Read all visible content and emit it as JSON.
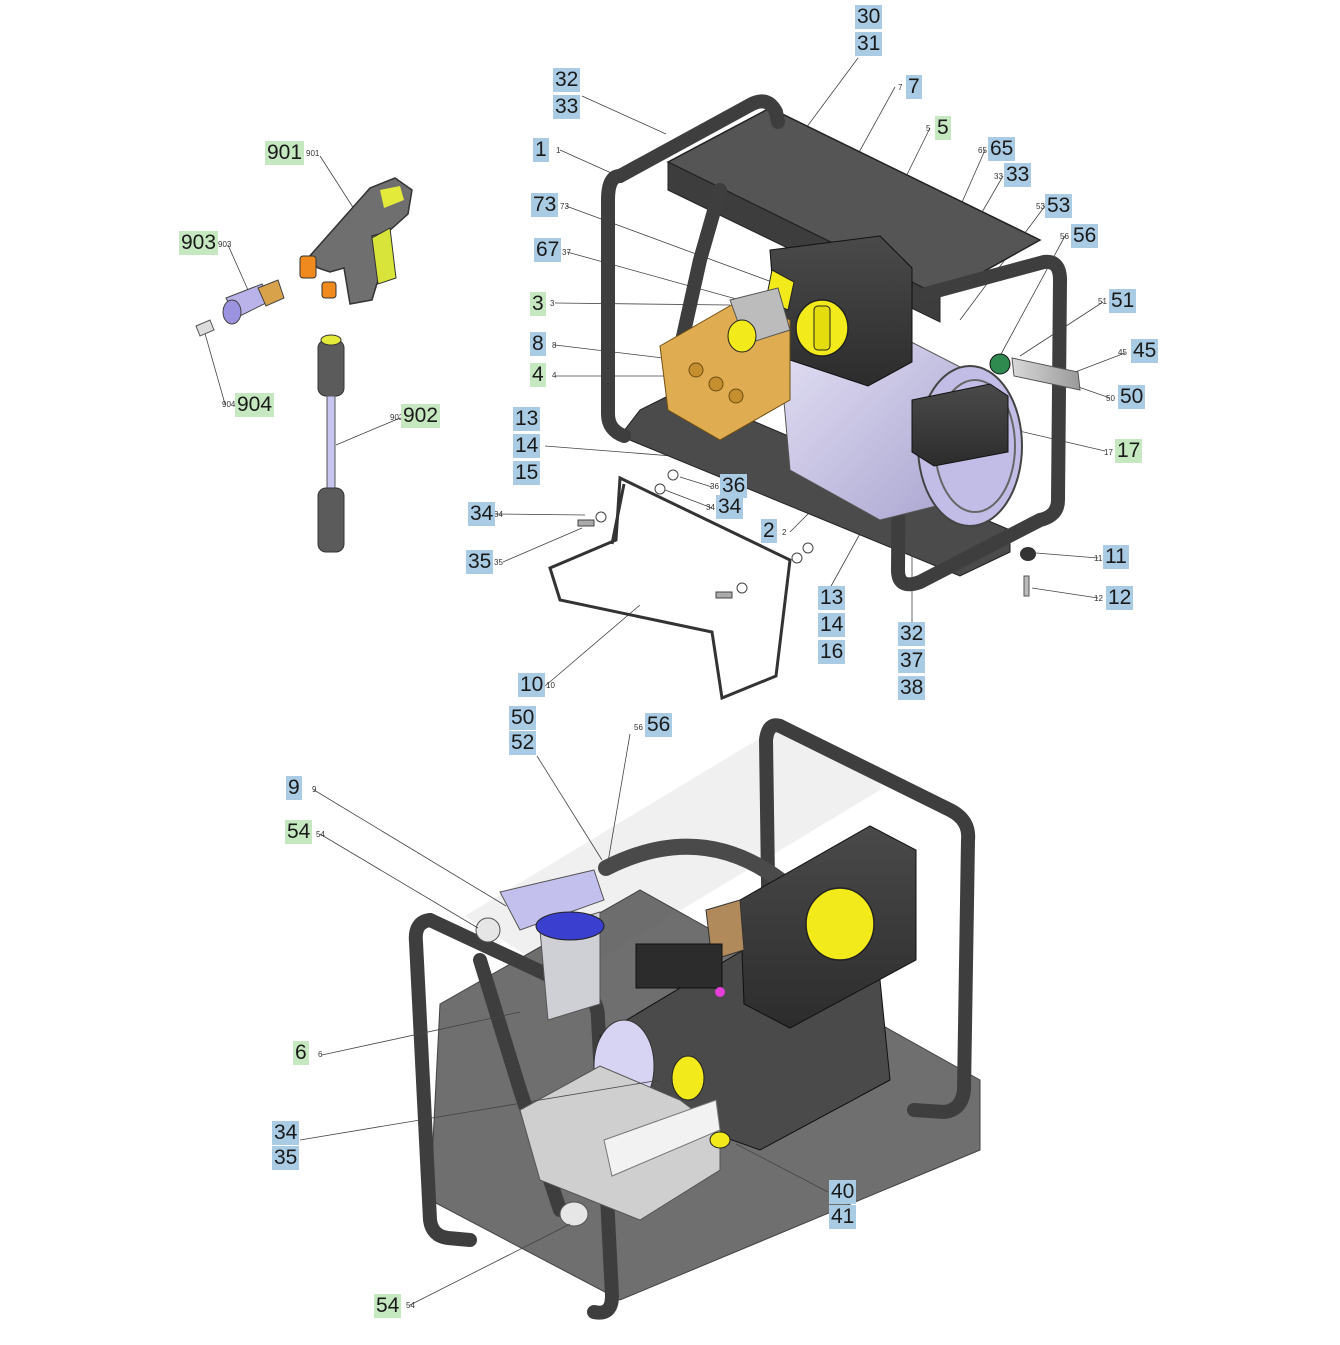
{
  "callouts": [
    {
      "id": "c30",
      "text": "30",
      "color": "blue"
    },
    {
      "id": "c31",
      "text": "31",
      "color": "blue"
    },
    {
      "id": "c32a",
      "text": "32",
      "color": "blue"
    },
    {
      "id": "c33a",
      "text": "33",
      "color": "blue"
    },
    {
      "id": "c7",
      "text": "7",
      "color": "blue"
    },
    {
      "id": "c5",
      "text": "5",
      "color": "green"
    },
    {
      "id": "c1",
      "text": "1",
      "color": "blue"
    },
    {
      "id": "c65",
      "text": "65",
      "color": "blue"
    },
    {
      "id": "c33b",
      "text": "33",
      "color": "blue"
    },
    {
      "id": "c53",
      "text": "53",
      "color": "blue"
    },
    {
      "id": "c56a",
      "text": "56",
      "color": "blue"
    },
    {
      "id": "c73",
      "text": "73",
      "color": "blue"
    },
    {
      "id": "c67",
      "text": "67",
      "color": "blue"
    },
    {
      "id": "c3",
      "text": "3",
      "color": "green"
    },
    {
      "id": "c51",
      "text": "51",
      "color": "blue"
    },
    {
      "id": "c45",
      "text": "45",
      "color": "blue"
    },
    {
      "id": "c50a",
      "text": "50",
      "color": "blue"
    },
    {
      "id": "c8",
      "text": "8",
      "color": "blue"
    },
    {
      "id": "c4",
      "text": "4",
      "color": "green"
    },
    {
      "id": "c17",
      "text": "17",
      "color": "green"
    },
    {
      "id": "c13a",
      "text": "13",
      "color": "blue"
    },
    {
      "id": "c14a",
      "text": "14",
      "color": "blue"
    },
    {
      "id": "c15",
      "text": "15",
      "color": "blue"
    },
    {
      "id": "c36",
      "text": "36",
      "color": "blue"
    },
    {
      "id": "c34a",
      "text": "34",
      "color": "blue"
    },
    {
      "id": "c34b",
      "text": "34",
      "color": "blue"
    },
    {
      "id": "c2",
      "text": "2",
      "color": "blue"
    },
    {
      "id": "c35a",
      "text": "35",
      "color": "blue"
    },
    {
      "id": "c11",
      "text": "11",
      "color": "blue"
    },
    {
      "id": "c12",
      "text": "12",
      "color": "blue"
    },
    {
      "id": "c13b",
      "text": "13",
      "color": "blue"
    },
    {
      "id": "c14b",
      "text": "14",
      "color": "blue"
    },
    {
      "id": "c16",
      "text": "16",
      "color": "blue"
    },
    {
      "id": "c32b",
      "text": "32",
      "color": "blue"
    },
    {
      "id": "c37",
      "text": "37",
      "color": "blue"
    },
    {
      "id": "c38",
      "text": "38",
      "color": "blue"
    },
    {
      "id": "c10",
      "text": "10",
      "color": "blue"
    },
    {
      "id": "c901",
      "text": "901",
      "color": "green"
    },
    {
      "id": "c903",
      "text": "903",
      "color": "green"
    },
    {
      "id": "c904",
      "text": "904",
      "color": "green"
    },
    {
      "id": "c902",
      "text": "902",
      "color": "green"
    },
    {
      "id": "c50b",
      "text": "50",
      "color": "blue"
    },
    {
      "id": "c52",
      "text": "52",
      "color": "blue"
    },
    {
      "id": "c56b",
      "text": "56",
      "color": "blue"
    },
    {
      "id": "c9",
      "text": "9",
      "color": "blue"
    },
    {
      "id": "c54a",
      "text": "54",
      "color": "green"
    },
    {
      "id": "c6",
      "text": "6",
      "color": "green"
    },
    {
      "id": "c34c",
      "text": "34",
      "color": "blue"
    },
    {
      "id": "c35b",
      "text": "35",
      "color": "blue"
    },
    {
      "id": "c40",
      "text": "40",
      "color": "blue"
    },
    {
      "id": "c41",
      "text": "41",
      "color": "blue"
    },
    {
      "id": "c54b",
      "text": "54",
      "color": "green"
    }
  ],
  "small_labels": [
    "1",
    "73",
    "37",
    "3",
    "8",
    "4",
    "7",
    "5",
    "65",
    "33",
    "53",
    "56",
    "51",
    "45",
    "50",
    "17",
    "36",
    "34",
    "2",
    "34",
    "35",
    "11",
    "12",
    "10",
    "901",
    "903",
    "904",
    "902",
    "56",
    "9",
    "54",
    "6",
    "54"
  ],
  "colors": {
    "frame": "#565656",
    "frame_dark": "#3a3a3a",
    "motor": "#cdc9e8",
    "knob": "#f2ea1a",
    "brass": "#e0ac52",
    "filter_blue": "#3b3fd0",
    "callout_blue": "#a9cbe3",
    "callout_green": "#c6e8c0"
  }
}
